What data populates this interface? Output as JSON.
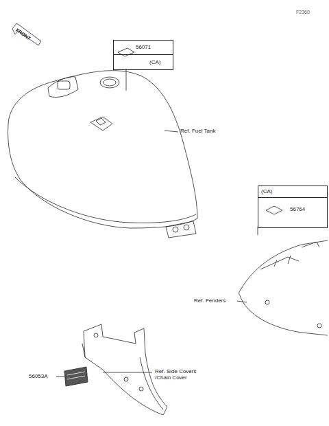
{
  "diagram": {
    "nodes": [
      {
        "text": [
          "56071",
          "(CA)"
        ]
      },
      {
        "text": [
          "(CA)",
          "56764"
        ]
      }
    ],
    "labels": [
      "F2360",
      "FRONT",
      "Ref. Fuel Tank",
      "Ref. Fenders",
      "56053A",
      "Ref. Side Covers /Chain Cover"
    ]
  }
}
